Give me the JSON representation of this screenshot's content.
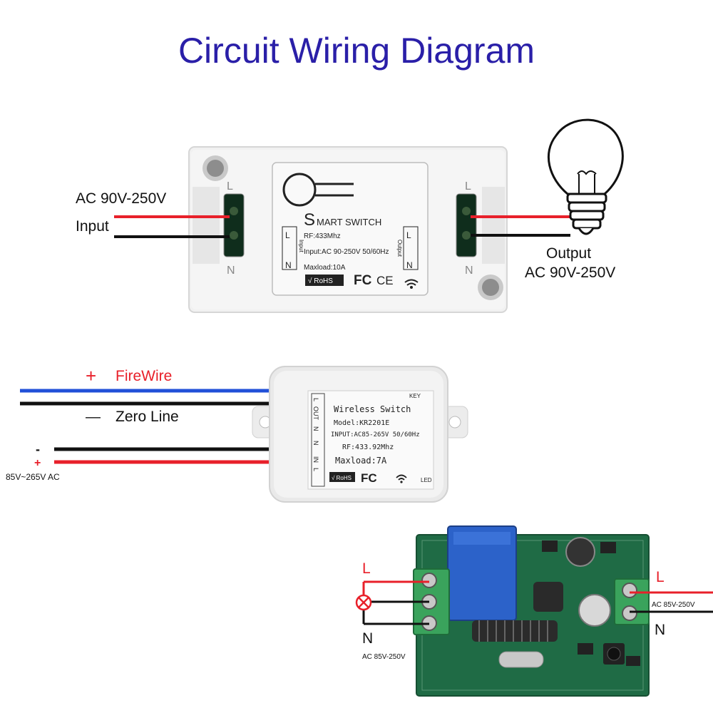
{
  "title": "Circuit Wiring Diagram",
  "colors": {
    "title": "#2a1fa8",
    "live_wire": "#e8202a",
    "neutral_wire": "#111111",
    "fire_wire": "#2150d8",
    "pcb": "#1f6b45",
    "terminal": "#3aa35c"
  },
  "device1": {
    "input_label_1": "AC 90V-250V",
    "input_label_2": "Input",
    "output_label_1": "Output",
    "output_label_2": "AC 90V-250V",
    "brand_s": "S",
    "brand_rest": "MART SWITCH",
    "rf": "RF:433Mhz",
    "input_spec": "Input:AC 90-250V 50/60Hz",
    "maxload": "Maxload:10A",
    "rohs": "√ RoHS",
    "fc": "FC",
    "ce": "CE",
    "left_L": "L",
    "left_N": "N",
    "left_side_label": "Input",
    "right_side_label": "Output",
    "term_L": "L",
    "term_N": "N"
  },
  "device2": {
    "firewire_sign": "+",
    "firewire_label": "FireWire",
    "zero_sign": "—",
    "zero_label": "Zero Line",
    "minus": "-",
    "plus": "+",
    "ac_label": "85V~265V AC",
    "key": "KEY",
    "line1": "Wireless Switch",
    "line2": "Model:KR2201E",
    "line3": "INPUT:AC85-265V 50/60Hz",
    "line4": "RF:433.92Mhz",
    "line5": "Maxload:7A",
    "rohs": "√ RoHS",
    "fc": "FC",
    "led": "LED",
    "out": "OUT",
    "in": "IN",
    "l": "L",
    "n": "N"
  },
  "device3": {
    "left_L": "L",
    "left_N": "N",
    "left_ac": "AC 85V-250V",
    "right_L": "L",
    "right_ac": "AC 85V-250V",
    "right_N": "N"
  }
}
